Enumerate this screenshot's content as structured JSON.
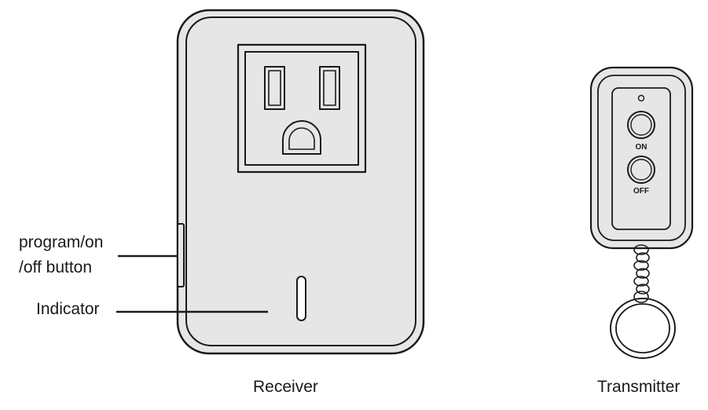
{
  "labels": {
    "program_button_line1": "program/on",
    "program_button_line2": "/off button",
    "indicator": "Indicator",
    "receiver": "Receiver",
    "transmitter": "Transmitter",
    "on_button": "ON",
    "off_button": "OFF"
  },
  "colors": {
    "line": "#1a1a1a",
    "fill": "#e6e6e6",
    "background": "#ffffff"
  }
}
